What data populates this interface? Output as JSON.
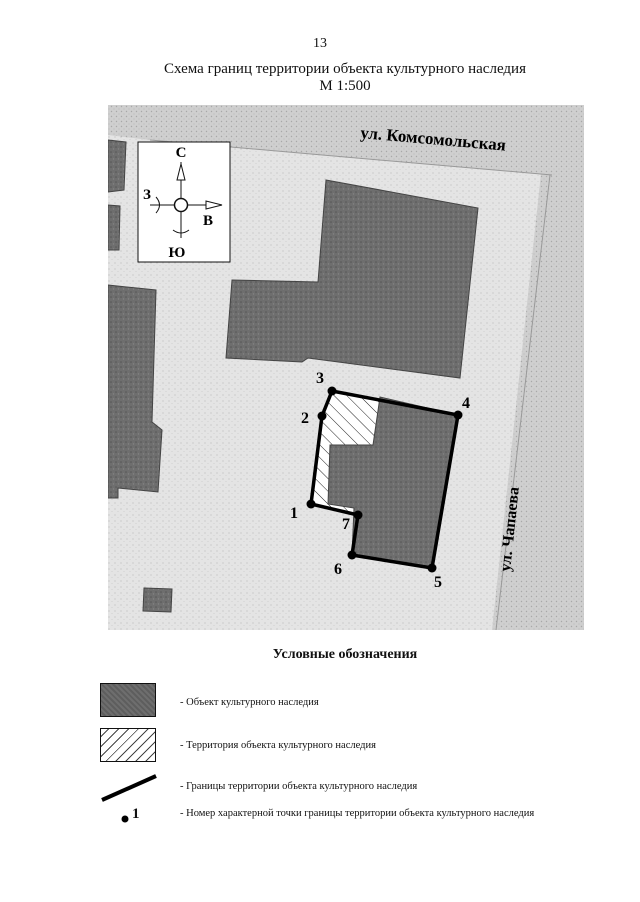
{
  "page_number": "13",
  "title": "Схема границ территории объекта культурного наследия",
  "scale": "М 1:500",
  "compass": {
    "north": "С",
    "south": "Ю",
    "west": "З",
    "east": "В"
  },
  "streets": {
    "komsomolskaya": "ул. Комсомольская",
    "chapaeva": "ул. Чапаева"
  },
  "boundary_points": [
    "1",
    "2",
    "3",
    "4",
    "5",
    "6",
    "7"
  ],
  "legend": {
    "title": "Условные обозначения",
    "items": [
      {
        "label": "- Объект культурного наследия"
      },
      {
        "label": "- Территория объекта культурного наследия"
      },
      {
        "label": "- Границы территории объекта культурного наследия"
      },
      {
        "symbol": "1",
        "label": "- Номер характерной точки границы территории объекта культурного наследия"
      }
    ]
  },
  "colors": {
    "building": "#6b6b6b",
    "ground": "#e6e6e6",
    "street": "#d2d2d2",
    "boundary": "#000000"
  }
}
